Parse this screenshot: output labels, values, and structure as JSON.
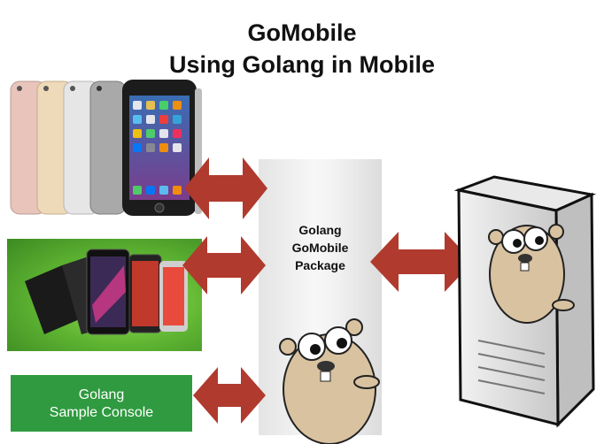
{
  "title": {
    "line1": "GoMobile",
    "line2": "Using Golang in Mobile"
  },
  "package": {
    "line1": "Golang",
    "line2": "GoMobile",
    "line3": "Package"
  },
  "console": {
    "line1": "Golang",
    "line2": "Sample Console"
  },
  "colors": {
    "arrow": "#b03a2e",
    "console_bg": "#2f9a3f",
    "android_bg": "#5fb532",
    "gopher": "#d9c2a0"
  },
  "icons": [
    "iphone-icon",
    "android-phones-icon",
    "server-icon",
    "gopher-icon",
    "double-arrow-icon"
  ]
}
